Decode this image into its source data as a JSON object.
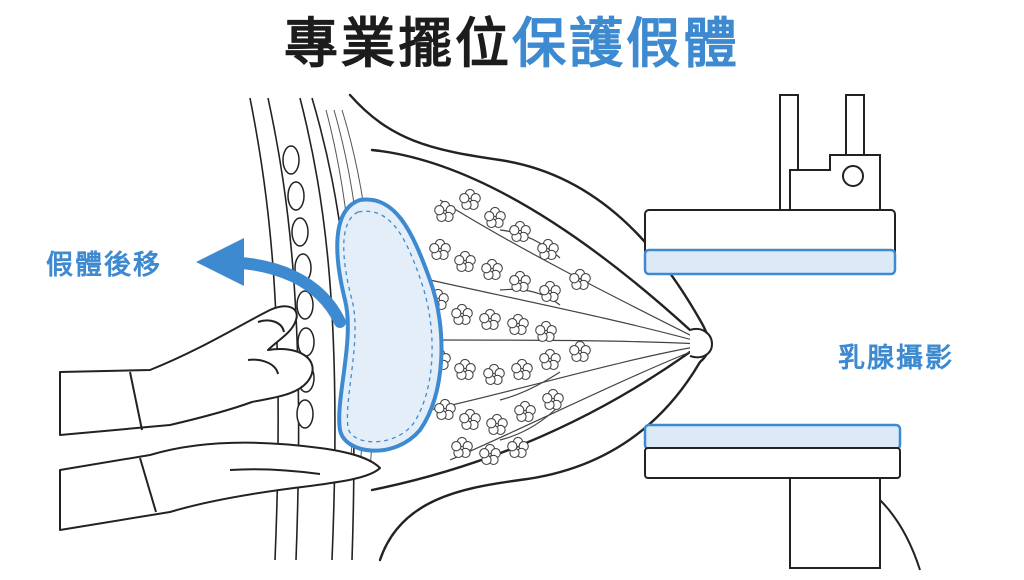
{
  "title": {
    "part1": "專業擺位",
    "part2": "保護假體"
  },
  "labels": {
    "implant_move": "假體後移",
    "mammography": "乳腺攝影"
  },
  "colors": {
    "accent_blue": "#3d8ad0",
    "implant_fill": "#e3eef9",
    "plate_fill": "#dce9f7",
    "line": "#222222"
  }
}
